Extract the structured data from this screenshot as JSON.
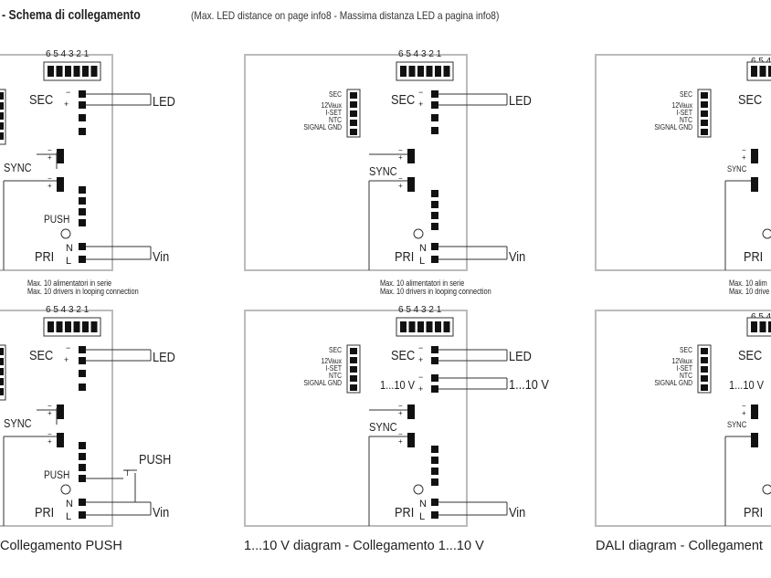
{
  "header": {
    "title": "- Schema di collegamento",
    "subtitle": "(Max. LED distance on page info8 - Massima distanza LED a pagina info8)"
  },
  "labels": {
    "dip_numbers": "6 5 4 3 2 1",
    "sec": "SEC",
    "led": "LED",
    "sync": "SYNC",
    "push": "PUSH",
    "pri": "PRI",
    "n": "N",
    "l": "L",
    "vin": "Vin",
    "plus": "+",
    "minus": "−",
    "v110": "1...10 V",
    "v110_short": "1...10 V",
    "v110_left": "1...10 V",
    "sec_small": "SEC",
    "aux12": "12Vaux",
    "iset": "I-SET",
    "ntc": "NTC",
    "signal_gnd": "SIGNAL GND",
    "note_it": "Max. 10 alimentatori in  serie",
    "note_en": "Max. 10 drivers in looping connection",
    "note_it_cut": "Max. 10 alim",
    "note_en_cut": "Max. 10 drive",
    "dip_cut": "6 5 4",
    "sec_cut": "SEC",
    "v110_cut": "1...10 V",
    "pri_cut": "PRI",
    "push_switch": "T"
  },
  "captions": {
    "push": "Collegamento PUSH",
    "v110": "1...10 V diagram - Collegamento 1...10 V",
    "dali": "DALI diagram - Collegament"
  }
}
